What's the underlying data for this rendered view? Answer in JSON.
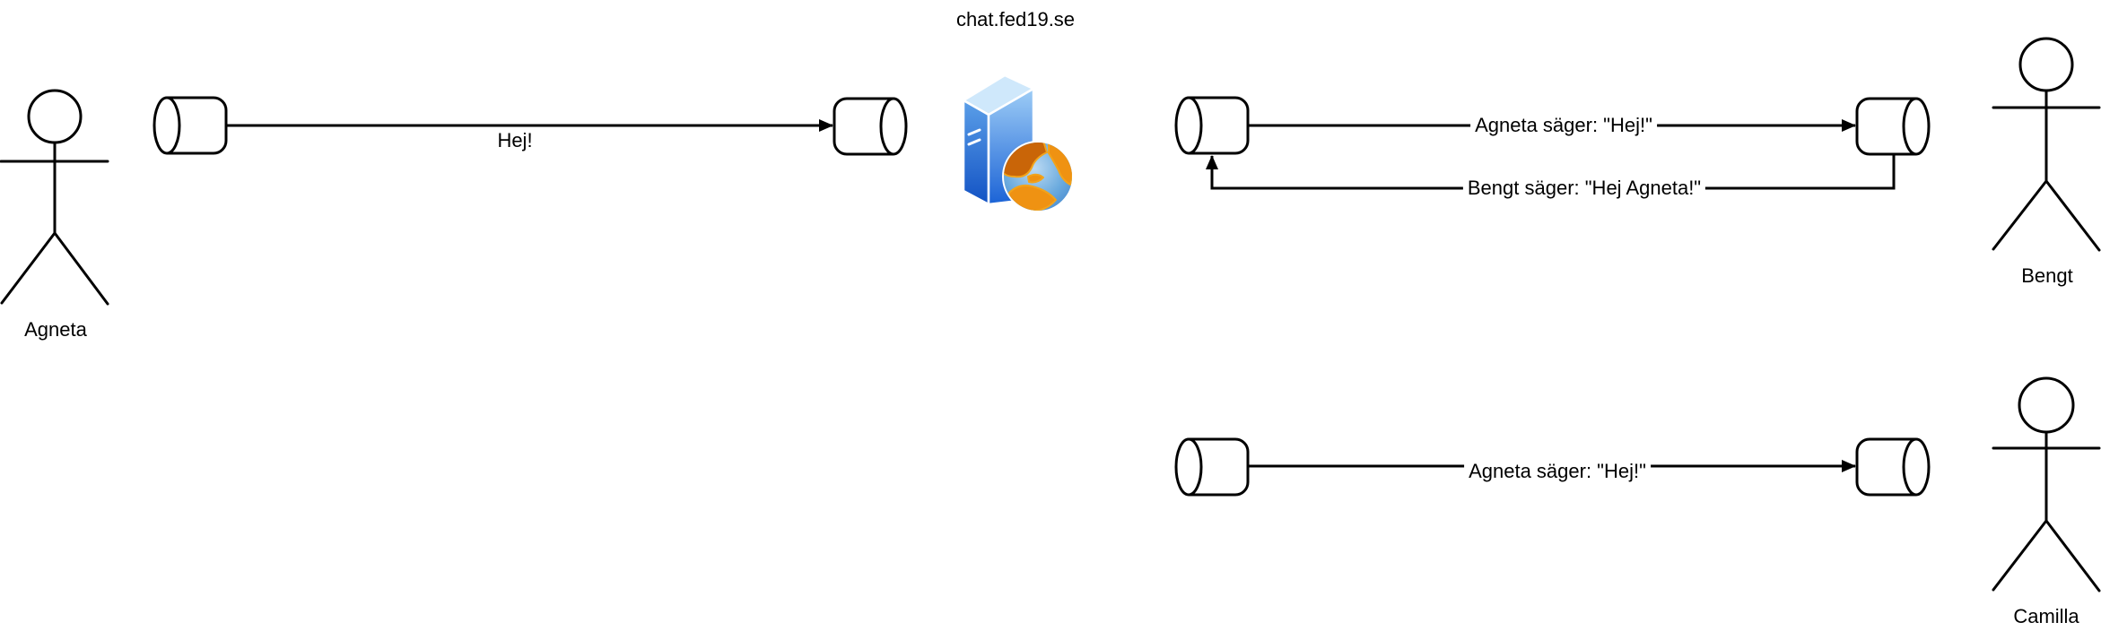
{
  "title": "chat.fed19.se",
  "actors": [
    {
      "name": "Agneta"
    },
    {
      "name": "Bengt"
    },
    {
      "name": "Camilla"
    }
  ],
  "messages": {
    "agneta_send": "Hej!",
    "server_to_bengt": "Agneta säger: \"Hej!\"",
    "bengt_reply": "Bengt säger: \"Hej Agneta!\"",
    "server_to_camilla": "Agneta säger: \"Hej!\""
  },
  "icons": {
    "server": "web-server-icon",
    "queue": "message-queue-cylinder",
    "actor": "stick-figure-actor"
  },
  "colors": {
    "stroke": "#000000",
    "background": "#ffffff",
    "server_face_light": "#9ecdf6",
    "server_face_dark": "#1b63d6",
    "server_top": "#cfe8fb",
    "globe_ocean": "#5b9ed8",
    "globe_land": "#ef9212",
    "globe_land_dark": "#c96508",
    "globe_land_edge": "#f2a31b"
  }
}
